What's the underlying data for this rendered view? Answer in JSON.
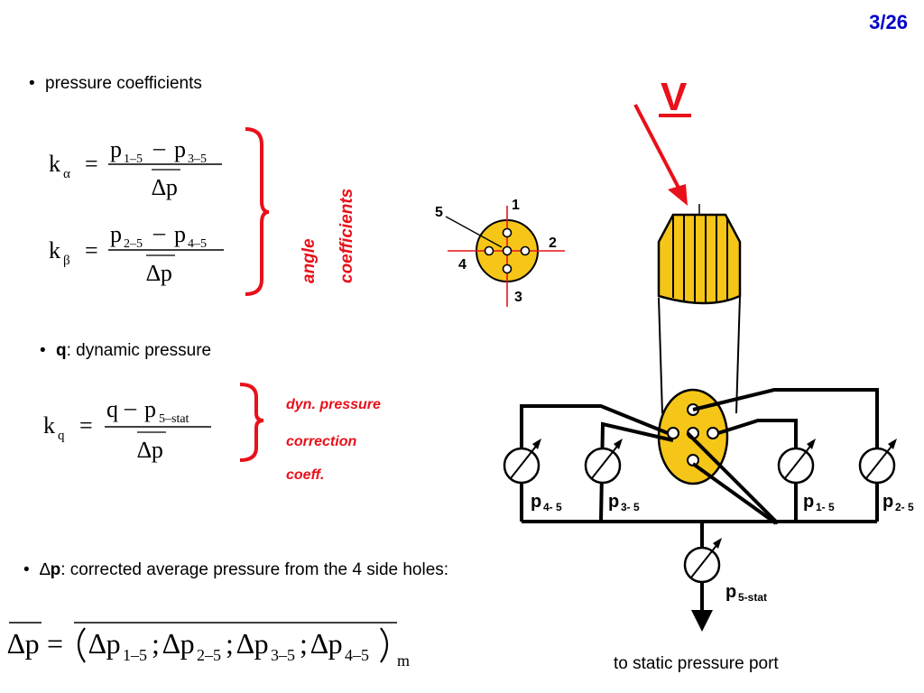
{
  "page_number": "3/26",
  "bullets": {
    "pressure": "pressure coefficients",
    "q_bold": "q",
    "q_rest": ": dynamic pressure",
    "dp_symbol": "∆",
    "dp_bold": "p",
    "dp_rest": ": corrected average pressure from the 4 side holes:"
  },
  "formulas": {
    "k_alpha": {
      "k": "k",
      "sub": "α",
      "eq": "=",
      "num_a": "p",
      "num_a_sub": "1–5",
      "minus": "–",
      "num_b": "p",
      "num_b_sub": "3–5",
      "den": "∆p"
    },
    "k_beta": {
      "k": "k",
      "sub": "β",
      "eq": "=",
      "num_a": "p",
      "num_a_sub": "2–5",
      "minus": "–",
      "num_b": "p",
      "num_b_sub": "4–5",
      "den": "∆p"
    },
    "k_q": {
      "k": "k",
      "sub": "q",
      "eq": "=",
      "num_a": "q",
      "minus": "–",
      "num_b": "p",
      "num_b_sub": "5–stat",
      "den": "∆p"
    },
    "dp_avg": {
      "lhs": "∆p",
      "eq": "=",
      "t1": "∆p",
      "t1_sub": "1–5",
      "sep": ";",
      "t2": "∆p",
      "t2_sub": "2–5",
      "t3": "∆p",
      "t3_sub": "3–5",
      "t4": "∆p",
      "t4_sub": "4–5",
      "sub_m": "m"
    }
  },
  "labels": {
    "angle": "angle",
    "coefficients": "coefficients",
    "dyn_1": "dyn. pressure",
    "dyn_2": "correction",
    "dyn_3": "coeff."
  },
  "diagram": {
    "velocity": "V",
    "hole_1": "1",
    "hole_2": "2",
    "hole_3": "3",
    "hole_4": "4",
    "hole_5": "5",
    "gauge_p": "p",
    "g1_sub": "4- 5",
    "g2_sub": "3- 5",
    "g3_sub": "1- 5",
    "g4_sub": "2- 5",
    "g5_sub": "5-stat",
    "footer": "to static pressure port"
  },
  "colors": {
    "red": "#e8101a",
    "yellow": "#f5c518",
    "page_blue": "#0000cc"
  }
}
